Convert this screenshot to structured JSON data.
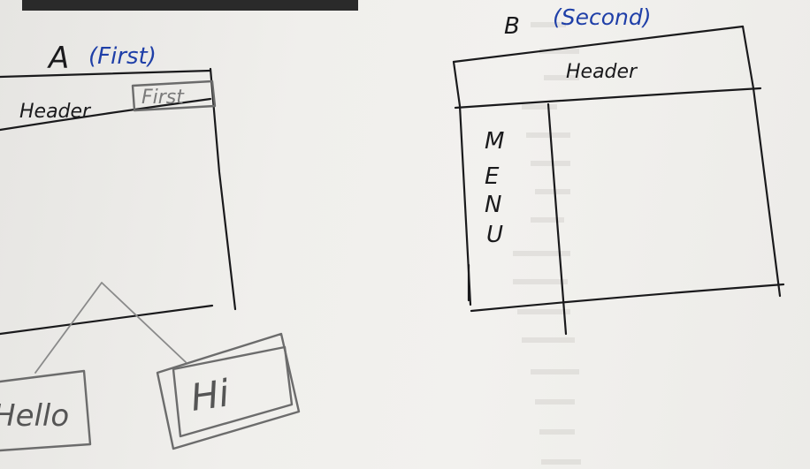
{
  "sketch_a": {
    "letter": "A",
    "label": "(First)",
    "header_text": "Header",
    "header_tag": "First",
    "child_left": "Hello",
    "child_right": "Hi"
  },
  "sketch_b": {
    "letter": "B",
    "label": "(Second)",
    "header_text": "Header",
    "menu_letters": [
      "M",
      "E",
      "N",
      "U"
    ]
  },
  "colors": {
    "pencil": "#1a1a1c",
    "blue_pen": "#1f3fa8",
    "graphite": "#6c6c6c"
  }
}
